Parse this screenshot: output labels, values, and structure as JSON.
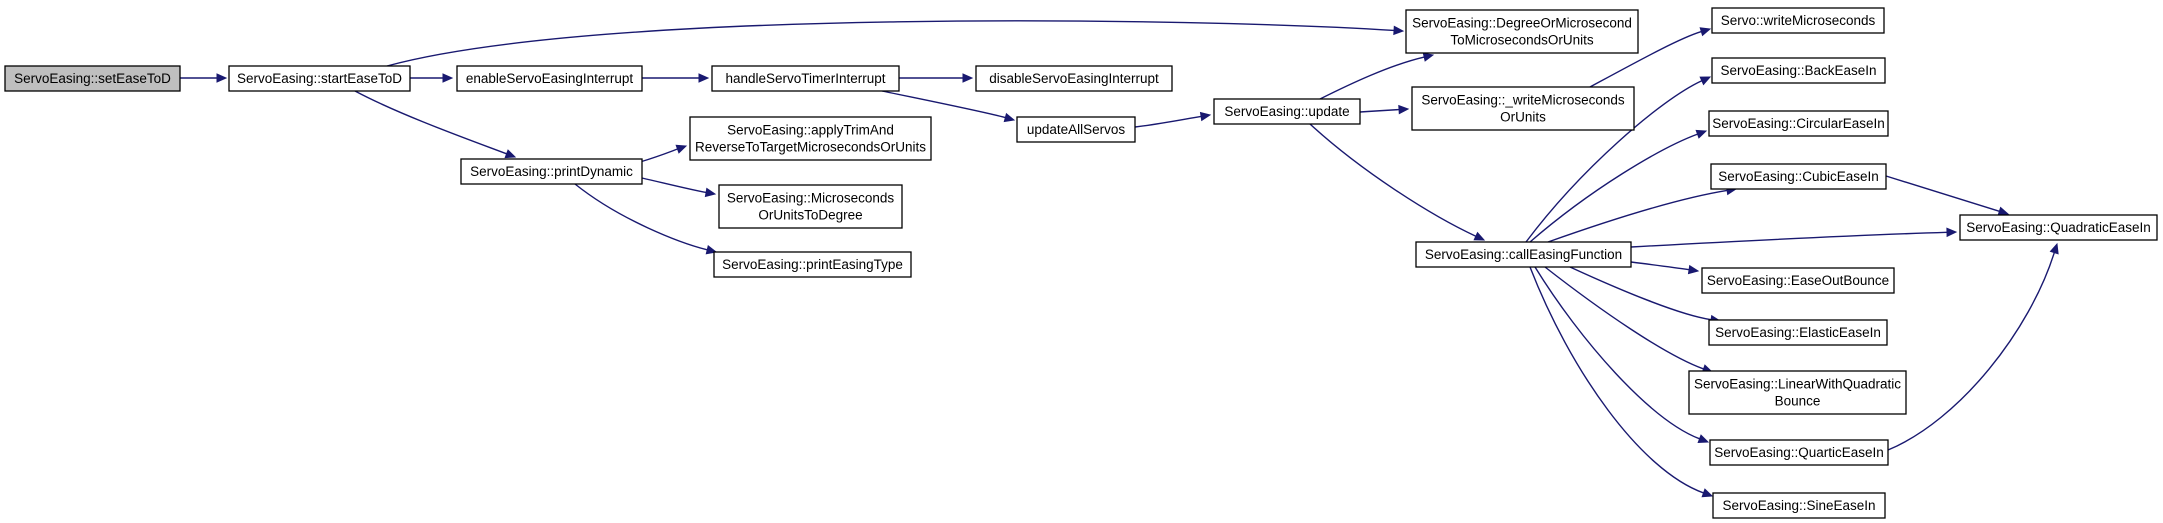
{
  "diagram": {
    "nodes": [
      {
        "id": "setEaseToD",
        "lines": [
          "ServoEasing::setEaseToD"
        ],
        "root": true
      },
      {
        "id": "startEaseToD",
        "lines": [
          "ServoEasing::startEaseToD"
        ]
      },
      {
        "id": "enableServoEasingInterrupt",
        "lines": [
          "enableServoEasingInterrupt"
        ]
      },
      {
        "id": "handleServoTimerInterrupt",
        "lines": [
          "handleServoTimerInterrupt"
        ]
      },
      {
        "id": "disableServoEasingInterrupt",
        "lines": [
          "disableServoEasingInterrupt"
        ]
      },
      {
        "id": "updateAllServos",
        "lines": [
          "updateAllServos"
        ]
      },
      {
        "id": "update",
        "lines": [
          "ServoEasing::update"
        ]
      },
      {
        "id": "DegreeOrMicrosecondToMicrosecondsOrUnits",
        "lines": [
          "ServoEasing::DegreeOrMicrosecond",
          "ToMicrosecondsOrUnits"
        ]
      },
      {
        "id": "_writeMicrosecondsOrUnits",
        "lines": [
          "ServoEasing::_writeMicroseconds",
          "OrUnits"
        ]
      },
      {
        "id": "callEasingFunction",
        "lines": [
          "ServoEasing::callEasingFunction"
        ]
      },
      {
        "id": "printDynamic",
        "lines": [
          "ServoEasing::printDynamic"
        ]
      },
      {
        "id": "applyTrimAndReverse",
        "lines": [
          "ServoEasing::applyTrimAnd",
          "ReverseToTargetMicrosecondsOrUnits"
        ]
      },
      {
        "id": "MicrosecondsOrUnitsToDegree",
        "lines": [
          "ServoEasing::Microseconds",
          "OrUnitsToDegree"
        ]
      },
      {
        "id": "printEasingType",
        "lines": [
          "ServoEasing::printEasingType"
        ]
      },
      {
        "id": "writeMicroseconds",
        "lines": [
          "Servo::writeMicroseconds"
        ]
      },
      {
        "id": "BackEaseIn",
        "lines": [
          "ServoEasing::BackEaseIn"
        ]
      },
      {
        "id": "CircularEaseIn",
        "lines": [
          "ServoEasing::CircularEaseIn"
        ]
      },
      {
        "id": "CubicEaseIn",
        "lines": [
          "ServoEasing::CubicEaseIn"
        ]
      },
      {
        "id": "QuadraticEaseIn",
        "lines": [
          "ServoEasing::QuadraticEaseIn"
        ]
      },
      {
        "id": "EaseOutBounce",
        "lines": [
          "ServoEasing::EaseOutBounce"
        ]
      },
      {
        "id": "ElasticEaseIn",
        "lines": [
          "ServoEasing::ElasticEaseIn"
        ]
      },
      {
        "id": "LinearWithQuadraticBounce",
        "lines": [
          "ServoEasing::LinearWithQuadratic",
          "Bounce"
        ]
      },
      {
        "id": "QuarticEaseIn",
        "lines": [
          "ServoEasing::QuarticEaseIn"
        ]
      },
      {
        "id": "SineEaseIn",
        "lines": [
          "ServoEasing::SineEaseIn"
        ]
      }
    ],
    "edges": [
      {
        "from": "setEaseToD",
        "to": "startEaseToD"
      },
      {
        "from": "startEaseToD",
        "to": "enableServoEasingInterrupt"
      },
      {
        "from": "startEaseToD",
        "to": "DegreeOrMicrosecondToMicrosecondsOrUnits"
      },
      {
        "from": "startEaseToD",
        "to": "printDynamic"
      },
      {
        "from": "enableServoEasingInterrupt",
        "to": "handleServoTimerInterrupt"
      },
      {
        "from": "handleServoTimerInterrupt",
        "to": "disableServoEasingInterrupt"
      },
      {
        "from": "handleServoTimerInterrupt",
        "to": "updateAllServos"
      },
      {
        "from": "updateAllServos",
        "to": "update"
      },
      {
        "from": "update",
        "to": "DegreeOrMicrosecondToMicrosecondsOrUnits"
      },
      {
        "from": "update",
        "to": "_writeMicrosecondsOrUnits"
      },
      {
        "from": "update",
        "to": "callEasingFunction"
      },
      {
        "from": "_writeMicrosecondsOrUnits",
        "to": "writeMicroseconds"
      },
      {
        "from": "printDynamic",
        "to": "applyTrimAndReverse"
      },
      {
        "from": "printDynamic",
        "to": "MicrosecondsOrUnitsToDegree"
      },
      {
        "from": "printDynamic",
        "to": "printEasingType"
      },
      {
        "from": "callEasingFunction",
        "to": "BackEaseIn"
      },
      {
        "from": "callEasingFunction",
        "to": "CircularEaseIn"
      },
      {
        "from": "callEasingFunction",
        "to": "CubicEaseIn"
      },
      {
        "from": "callEasingFunction",
        "to": "QuadraticEaseIn"
      },
      {
        "from": "callEasingFunction",
        "to": "EaseOutBounce"
      },
      {
        "from": "callEasingFunction",
        "to": "ElasticEaseIn"
      },
      {
        "from": "callEasingFunction",
        "to": "LinearWithQuadraticBounce"
      },
      {
        "from": "callEasingFunction",
        "to": "QuarticEaseIn"
      },
      {
        "from": "callEasingFunction",
        "to": "SineEaseIn"
      },
      {
        "from": "CubicEaseIn",
        "to": "QuadraticEaseIn"
      },
      {
        "from": "QuarticEaseIn",
        "to": "QuadraticEaseIn"
      }
    ],
    "colors": {
      "edge": "#191970",
      "root_fill": "#bfbfbf",
      "node_fill": "#ffffff",
      "node_border": "#000000"
    }
  }
}
